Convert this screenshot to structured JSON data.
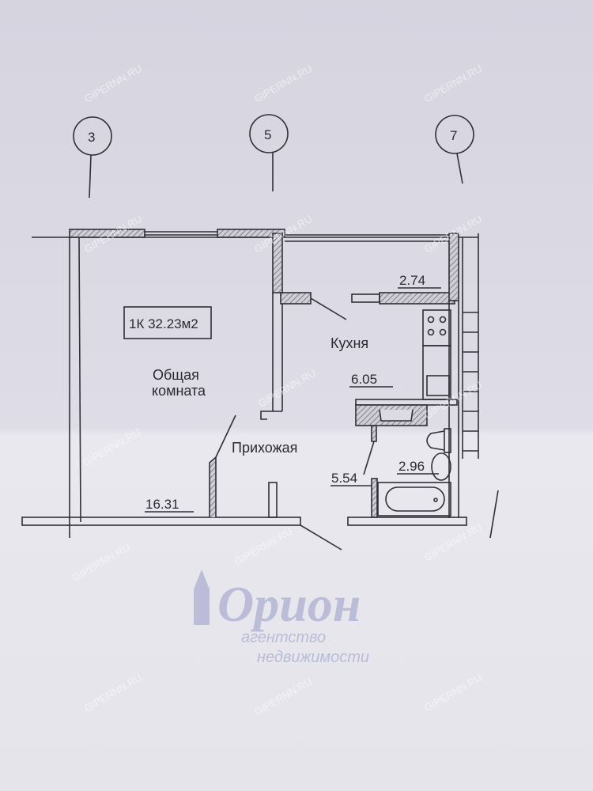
{
  "axes": [
    "3",
    "5",
    "7"
  ],
  "summary_box": "1К 32.23м2",
  "rooms": {
    "living_name_1": "Общая",
    "living_name_2": "комната",
    "living_area": "16.31",
    "kitchen_name": "Кухня",
    "kitchen_area": "6.05",
    "hall_name": "Прихожая",
    "hall_area": "5.54",
    "bath_area": "2.96",
    "balcony_area": "2.74"
  },
  "watermark": {
    "site": "GIPERNN.RU",
    "agency_logo": "Орион",
    "agency_sub_1": "агентство",
    "agency_sub_2": "недвижимости"
  },
  "colors": {
    "paper": "#dcdae3",
    "line": "#2f2f36",
    "logo": "#8f93c6"
  }
}
